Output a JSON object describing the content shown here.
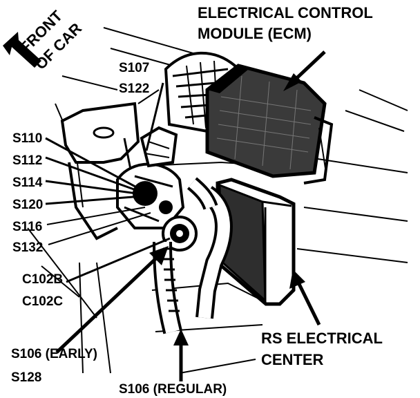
{
  "diagram": {
    "labels": {
      "ecm_line1": "ELECTRICAL CONTROL",
      "ecm_line2": "MODULE (ECM)",
      "front_line1": "FRONT",
      "front_line2": "OF CAR",
      "s107": "S107",
      "s122": "S122",
      "s110": "S110",
      "s112": "S112",
      "s114": "S114",
      "s120": "S120",
      "s116": "S116",
      "s132": "S132",
      "c102b": "C102B",
      "c102c": "C102C",
      "s106_early": "S106 (EARLY)",
      "s128": "S128",
      "s106_regular": "S106 (REGULAR)",
      "rs_line1": "RS ELECTRICAL",
      "rs_line2": "CENTER"
    },
    "icons": {
      "direction": "arrow-left-icon"
    },
    "colors": {
      "ink": "#000000",
      "paper": "#ffffff"
    }
  }
}
